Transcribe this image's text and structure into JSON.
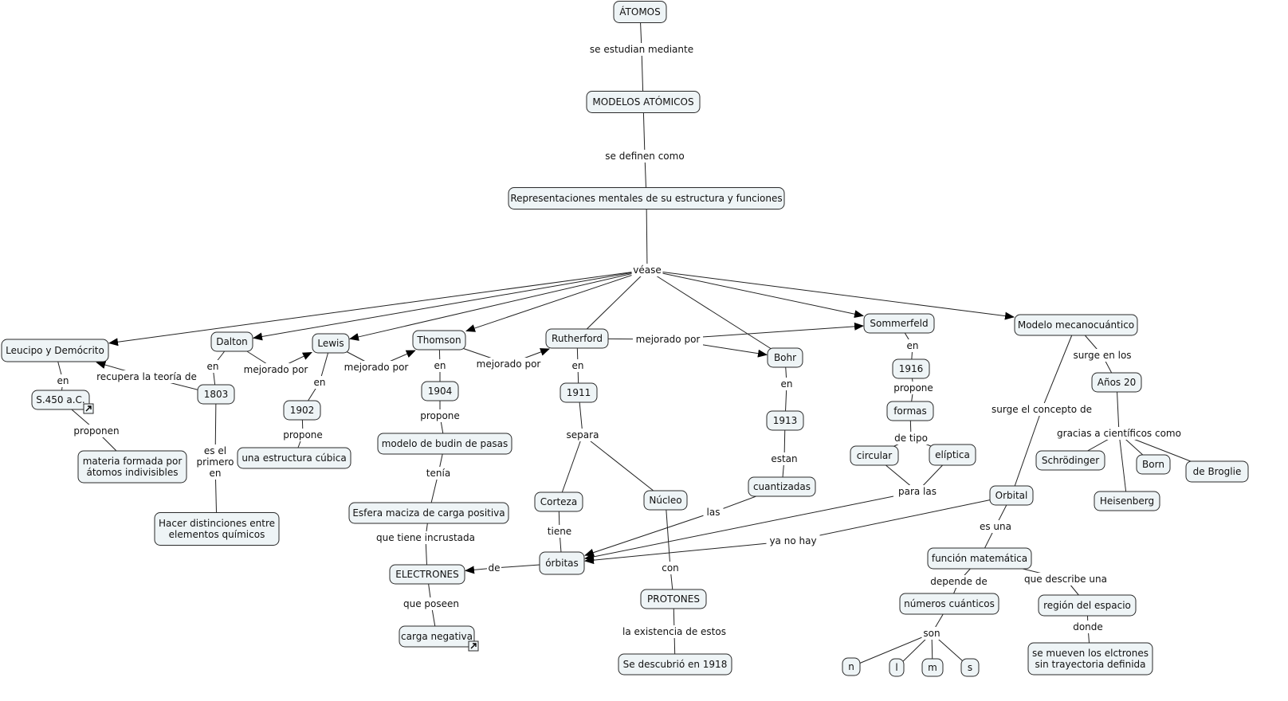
{
  "concepts": [
    {
      "id": "atomos",
      "text": "ÁTOMOS"
    },
    {
      "id": "modelos",
      "text": "MODELOS ATÓMICOS"
    },
    {
      "id": "repr",
      "text": "Representaciones mentales de su estructura y funciones"
    },
    {
      "id": "leucipo",
      "text": "Leucipo y Demócrito"
    },
    {
      "id": "s450",
      "text": "S.450 a.C.",
      "resource_link": true
    },
    {
      "id": "materia",
      "text": "materia formada por\nátomos indivisibles"
    },
    {
      "id": "dalton",
      "text": "Dalton"
    },
    {
      "id": "d1803",
      "text": "1803"
    },
    {
      "id": "hacer",
      "text": "Hacer distinciones entre\nelementos químicos"
    },
    {
      "id": "lewis",
      "text": "Lewis"
    },
    {
      "id": "d1902",
      "text": "1902"
    },
    {
      "id": "cubica",
      "text": "una estructura cúbica"
    },
    {
      "id": "thomson",
      "text": "Thomson"
    },
    {
      "id": "d1904",
      "text": "1904"
    },
    {
      "id": "budin",
      "text": "modelo de budin de pasas"
    },
    {
      "id": "esfera",
      "text": "Esfera maciza de carga positiva"
    },
    {
      "id": "electrones",
      "text": "ELECTRONES"
    },
    {
      "id": "carga",
      "text": "carga negativa",
      "resource_link": true
    },
    {
      "id": "rutherford",
      "text": "Rutherford"
    },
    {
      "id": "d1911",
      "text": "1911"
    },
    {
      "id": "corteza",
      "text": "Corteza"
    },
    {
      "id": "nucleo",
      "text": "Núcleo"
    },
    {
      "id": "orbitas",
      "text": "órbitas"
    },
    {
      "id": "protones",
      "text": "PROTONES"
    },
    {
      "id": "descubrio",
      "text": "Se descubrió en 1918"
    },
    {
      "id": "bohr",
      "text": "Bohr"
    },
    {
      "id": "d1913",
      "text": "1913"
    },
    {
      "id": "cuantizadas",
      "text": "cuantizadas"
    },
    {
      "id": "sommerfeld",
      "text": "Sommerfeld"
    },
    {
      "id": "d1916",
      "text": "1916"
    },
    {
      "id": "formas",
      "text": "formas"
    },
    {
      "id": "circular",
      "text": "circular"
    },
    {
      "id": "eliptica",
      "text": "elíptica"
    },
    {
      "id": "mecano",
      "text": "Modelo mecanocuántico"
    },
    {
      "id": "anos20",
      "text": "Años 20"
    },
    {
      "id": "schrodinger",
      "text": "Schrödinger"
    },
    {
      "id": "born",
      "text": "Born"
    },
    {
      "id": "debroglie",
      "text": "de Broglie"
    },
    {
      "id": "heisenberg",
      "text": "Heisenberg"
    },
    {
      "id": "orbital",
      "text": "Orbital"
    },
    {
      "id": "funcion",
      "text": "función matemática"
    },
    {
      "id": "numeros",
      "text": "números cuánticos"
    },
    {
      "id": "region",
      "text": "región del espacio"
    },
    {
      "id": "semueven",
      "text": "se mueven los elctrones\nsin trayectoria definida"
    },
    {
      "id": "n",
      "text": "n"
    },
    {
      "id": "l",
      "text": "l"
    },
    {
      "id": "m",
      "text": "m"
    },
    {
      "id": "s",
      "text": "s"
    }
  ],
  "linking_phrases": [
    {
      "id": "lp_estudian",
      "text": "se estudian mediante"
    },
    {
      "id": "lp_definen",
      "text": "se definen como"
    },
    {
      "id": "lp_vease",
      "text": "véase"
    },
    {
      "id": "lp_en_leu",
      "text": "en"
    },
    {
      "id": "lp_proponen",
      "text": "proponen"
    },
    {
      "id": "lp_recupera",
      "text": "recupera la teoría de"
    },
    {
      "id": "lp_en_dal",
      "text": "en"
    },
    {
      "id": "lp_mej1",
      "text": "mejorado por"
    },
    {
      "id": "lp_esel",
      "text": "es el\nprimero\nen"
    },
    {
      "id": "lp_en_lew",
      "text": "en"
    },
    {
      "id": "lp_propone_lew",
      "text": "propone"
    },
    {
      "id": "lp_mej2",
      "text": "mejorado por"
    },
    {
      "id": "lp_en_tho",
      "text": "en"
    },
    {
      "id": "lp_propone_tho",
      "text": "propone"
    },
    {
      "id": "lp_tenia",
      "text": "tenía"
    },
    {
      "id": "lp_incrustada",
      "text": "que tiene incrustada"
    },
    {
      "id": "lp_poseen",
      "text": "que poseen"
    },
    {
      "id": "lp_mej3",
      "text": "mejorado por"
    },
    {
      "id": "lp_mej4",
      "text": "mejorado por"
    },
    {
      "id": "lp_en_rut",
      "text": "en"
    },
    {
      "id": "lp_separa",
      "text": "separa"
    },
    {
      "id": "lp_tiene",
      "text": "tiene"
    },
    {
      "id": "lp_de",
      "text": "de"
    },
    {
      "id": "lp_con",
      "text": "con"
    },
    {
      "id": "lp_existencia",
      "text": "la existencia de estos"
    },
    {
      "id": "lp_en_boh",
      "text": "en"
    },
    {
      "id": "lp_estan",
      "text": "estan"
    },
    {
      "id": "lp_las",
      "text": "las"
    },
    {
      "id": "lp_en_som",
      "text": "en"
    },
    {
      "id": "lp_propone_som",
      "text": "propone"
    },
    {
      "id": "lp_detipo",
      "text": "de tipo"
    },
    {
      "id": "lp_paralas",
      "text": "para las"
    },
    {
      "id": "lp_surge",
      "text": "surge en los"
    },
    {
      "id": "lp_gracias",
      "text": "gracias a científicos como"
    },
    {
      "id": "lp_concepto",
      "text": "surge el concepto de"
    },
    {
      "id": "lp_yanohay",
      "text": "ya no hay"
    },
    {
      "id": "lp_esuna",
      "text": "es una"
    },
    {
      "id": "lp_depende",
      "text": "depende de"
    },
    {
      "id": "lp_describe",
      "text": "que describe una"
    },
    {
      "id": "lp_donde",
      "text": "donde"
    },
    {
      "id": "lp_son",
      "text": "son"
    }
  ],
  "connections": [
    {
      "from": "atomos",
      "to": "lp_estudian"
    },
    {
      "from": "lp_estudian",
      "to": "modelos"
    },
    {
      "from": "modelos",
      "to": "lp_definen"
    },
    {
      "from": "lp_definen",
      "to": "repr"
    },
    {
      "from": "repr",
      "to": "lp_vease"
    },
    {
      "from": "lp_vease",
      "to": "leucipo",
      "arrow": true
    },
    {
      "from": "lp_vease",
      "to": "dalton",
      "arrow": true
    },
    {
      "from": "lp_vease",
      "to": "lewis",
      "arrow": true
    },
    {
      "from": "lp_vease",
      "to": "thomson",
      "arrow": true
    },
    {
      "from": "lp_vease",
      "to": "rutherford"
    },
    {
      "from": "lp_vease",
      "to": "bohr"
    },
    {
      "from": "lp_vease",
      "to": "sommerfeld",
      "arrow": true
    },
    {
      "from": "lp_vease",
      "to": "mecano",
      "arrow": true
    },
    {
      "from": "leucipo",
      "to": "lp_en_leu"
    },
    {
      "from": "lp_en_leu",
      "to": "s450"
    },
    {
      "from": "s450",
      "to": "lp_proponen"
    },
    {
      "from": "lp_proponen",
      "to": "materia"
    },
    {
      "from": "d1803",
      "to": "lp_recupera"
    },
    {
      "from": "lp_recupera",
      "to": "leucipo",
      "arrow": true
    },
    {
      "from": "dalton",
      "to": "lp_en_dal"
    },
    {
      "from": "lp_en_dal",
      "to": "d1803"
    },
    {
      "from": "dalton",
      "to": "lp_mej1"
    },
    {
      "from": "lp_mej1",
      "to": "lewis",
      "arrow": true
    },
    {
      "from": "d1803",
      "to": "lp_esel"
    },
    {
      "from": "lp_esel",
      "to": "hacer"
    },
    {
      "from": "lewis",
      "to": "lp_en_lew"
    },
    {
      "from": "lp_en_lew",
      "to": "d1902"
    },
    {
      "from": "d1902",
      "to": "lp_propone_lew"
    },
    {
      "from": "lp_propone_lew",
      "to": "cubica"
    },
    {
      "from": "lewis",
      "to": "lp_mej2"
    },
    {
      "from": "lp_mej2",
      "to": "thomson",
      "arrow": true
    },
    {
      "from": "thomson",
      "to": "lp_en_tho"
    },
    {
      "from": "lp_en_tho",
      "to": "d1904"
    },
    {
      "from": "d1904",
      "to": "lp_propone_tho"
    },
    {
      "from": "lp_propone_tho",
      "to": "budin"
    },
    {
      "from": "budin",
      "to": "lp_tenia"
    },
    {
      "from": "lp_tenia",
      "to": "esfera"
    },
    {
      "from": "esfera",
      "to": "lp_incrustada"
    },
    {
      "from": "lp_incrustada",
      "to": "electrones"
    },
    {
      "from": "electrones",
      "to": "lp_poseen"
    },
    {
      "from": "lp_poseen",
      "to": "carga"
    },
    {
      "from": "thomson",
      "to": "lp_mej3"
    },
    {
      "from": "lp_mej3",
      "to": "rutherford",
      "arrow": true
    },
    {
      "from": "rutherford",
      "to": "lp_mej4"
    },
    {
      "from": "lp_mej4",
      "to": "sommerfeld",
      "arrow": true
    },
    {
      "from": "lp_mej4",
      "to": "bohr",
      "arrow": true
    },
    {
      "from": "rutherford",
      "to": "lp_en_rut"
    },
    {
      "from": "lp_en_rut",
      "to": "d1911"
    },
    {
      "from": "d1911",
      "to": "lp_separa"
    },
    {
      "from": "lp_separa",
      "to": "corteza"
    },
    {
      "from": "lp_separa",
      "to": "nucleo"
    },
    {
      "from": "corteza",
      "to": "lp_tiene"
    },
    {
      "from": "lp_tiene",
      "to": "orbitas"
    },
    {
      "from": "orbitas",
      "to": "lp_de"
    },
    {
      "from": "lp_de",
      "to": "electrones",
      "arrow": true
    },
    {
      "from": "nucleo",
      "to": "lp_con"
    },
    {
      "from": "lp_con",
      "to": "protones"
    },
    {
      "from": "protones",
      "to": "lp_existencia"
    },
    {
      "from": "lp_existencia",
      "to": "descubrio"
    },
    {
      "from": "bohr",
      "to": "lp_en_boh"
    },
    {
      "from": "lp_en_boh",
      "to": "d1913"
    },
    {
      "from": "d1913",
      "to": "lp_estan"
    },
    {
      "from": "lp_estan",
      "to": "cuantizadas"
    },
    {
      "from": "cuantizadas",
      "to": "lp_las"
    },
    {
      "from": "lp_las",
      "to": "orbitas",
      "arrow": true
    },
    {
      "from": "sommerfeld",
      "to": "lp_en_som"
    },
    {
      "from": "lp_en_som",
      "to": "d1916"
    },
    {
      "from": "d1916",
      "to": "lp_propone_som"
    },
    {
      "from": "lp_propone_som",
      "to": "formas"
    },
    {
      "from": "formas",
      "to": "lp_detipo"
    },
    {
      "from": "lp_detipo",
      "to": "circular"
    },
    {
      "from": "lp_detipo",
      "to": "eliptica"
    },
    {
      "from": "circular",
      "to": "lp_paralas"
    },
    {
      "from": "eliptica",
      "to": "lp_paralas"
    },
    {
      "from": "lp_paralas",
      "to": "orbitas",
      "arrow": true
    },
    {
      "from": "mecano",
      "to": "lp_surge"
    },
    {
      "from": "lp_surge",
      "to": "anos20"
    },
    {
      "from": "anos20",
      "to": "lp_gracias"
    },
    {
      "from": "lp_gracias",
      "to": "schrodinger"
    },
    {
      "from": "lp_gracias",
      "to": "born"
    },
    {
      "from": "lp_gracias",
      "to": "debroglie"
    },
    {
      "from": "lp_gracias",
      "to": "heisenberg"
    },
    {
      "from": "mecano",
      "to": "lp_concepto"
    },
    {
      "from": "lp_concepto",
      "to": "orbital"
    },
    {
      "from": "orbital",
      "to": "lp_yanohay"
    },
    {
      "from": "lp_yanohay",
      "to": "orbitas",
      "arrow": true
    },
    {
      "from": "orbital",
      "to": "lp_esuna"
    },
    {
      "from": "lp_esuna",
      "to": "funcion"
    },
    {
      "from": "funcion",
      "to": "lp_depende"
    },
    {
      "from": "lp_depende",
      "to": "numeros"
    },
    {
      "from": "funcion",
      "to": "lp_describe"
    },
    {
      "from": "lp_describe",
      "to": "region"
    },
    {
      "from": "region",
      "to": "lp_donde"
    },
    {
      "from": "lp_donde",
      "to": "semueven"
    },
    {
      "from": "numeros",
      "to": "lp_son"
    },
    {
      "from": "lp_son",
      "to": "n"
    },
    {
      "from": "lp_son",
      "to": "l"
    },
    {
      "from": "lp_son",
      "to": "m"
    },
    {
      "from": "lp_son",
      "to": "s"
    }
  ]
}
